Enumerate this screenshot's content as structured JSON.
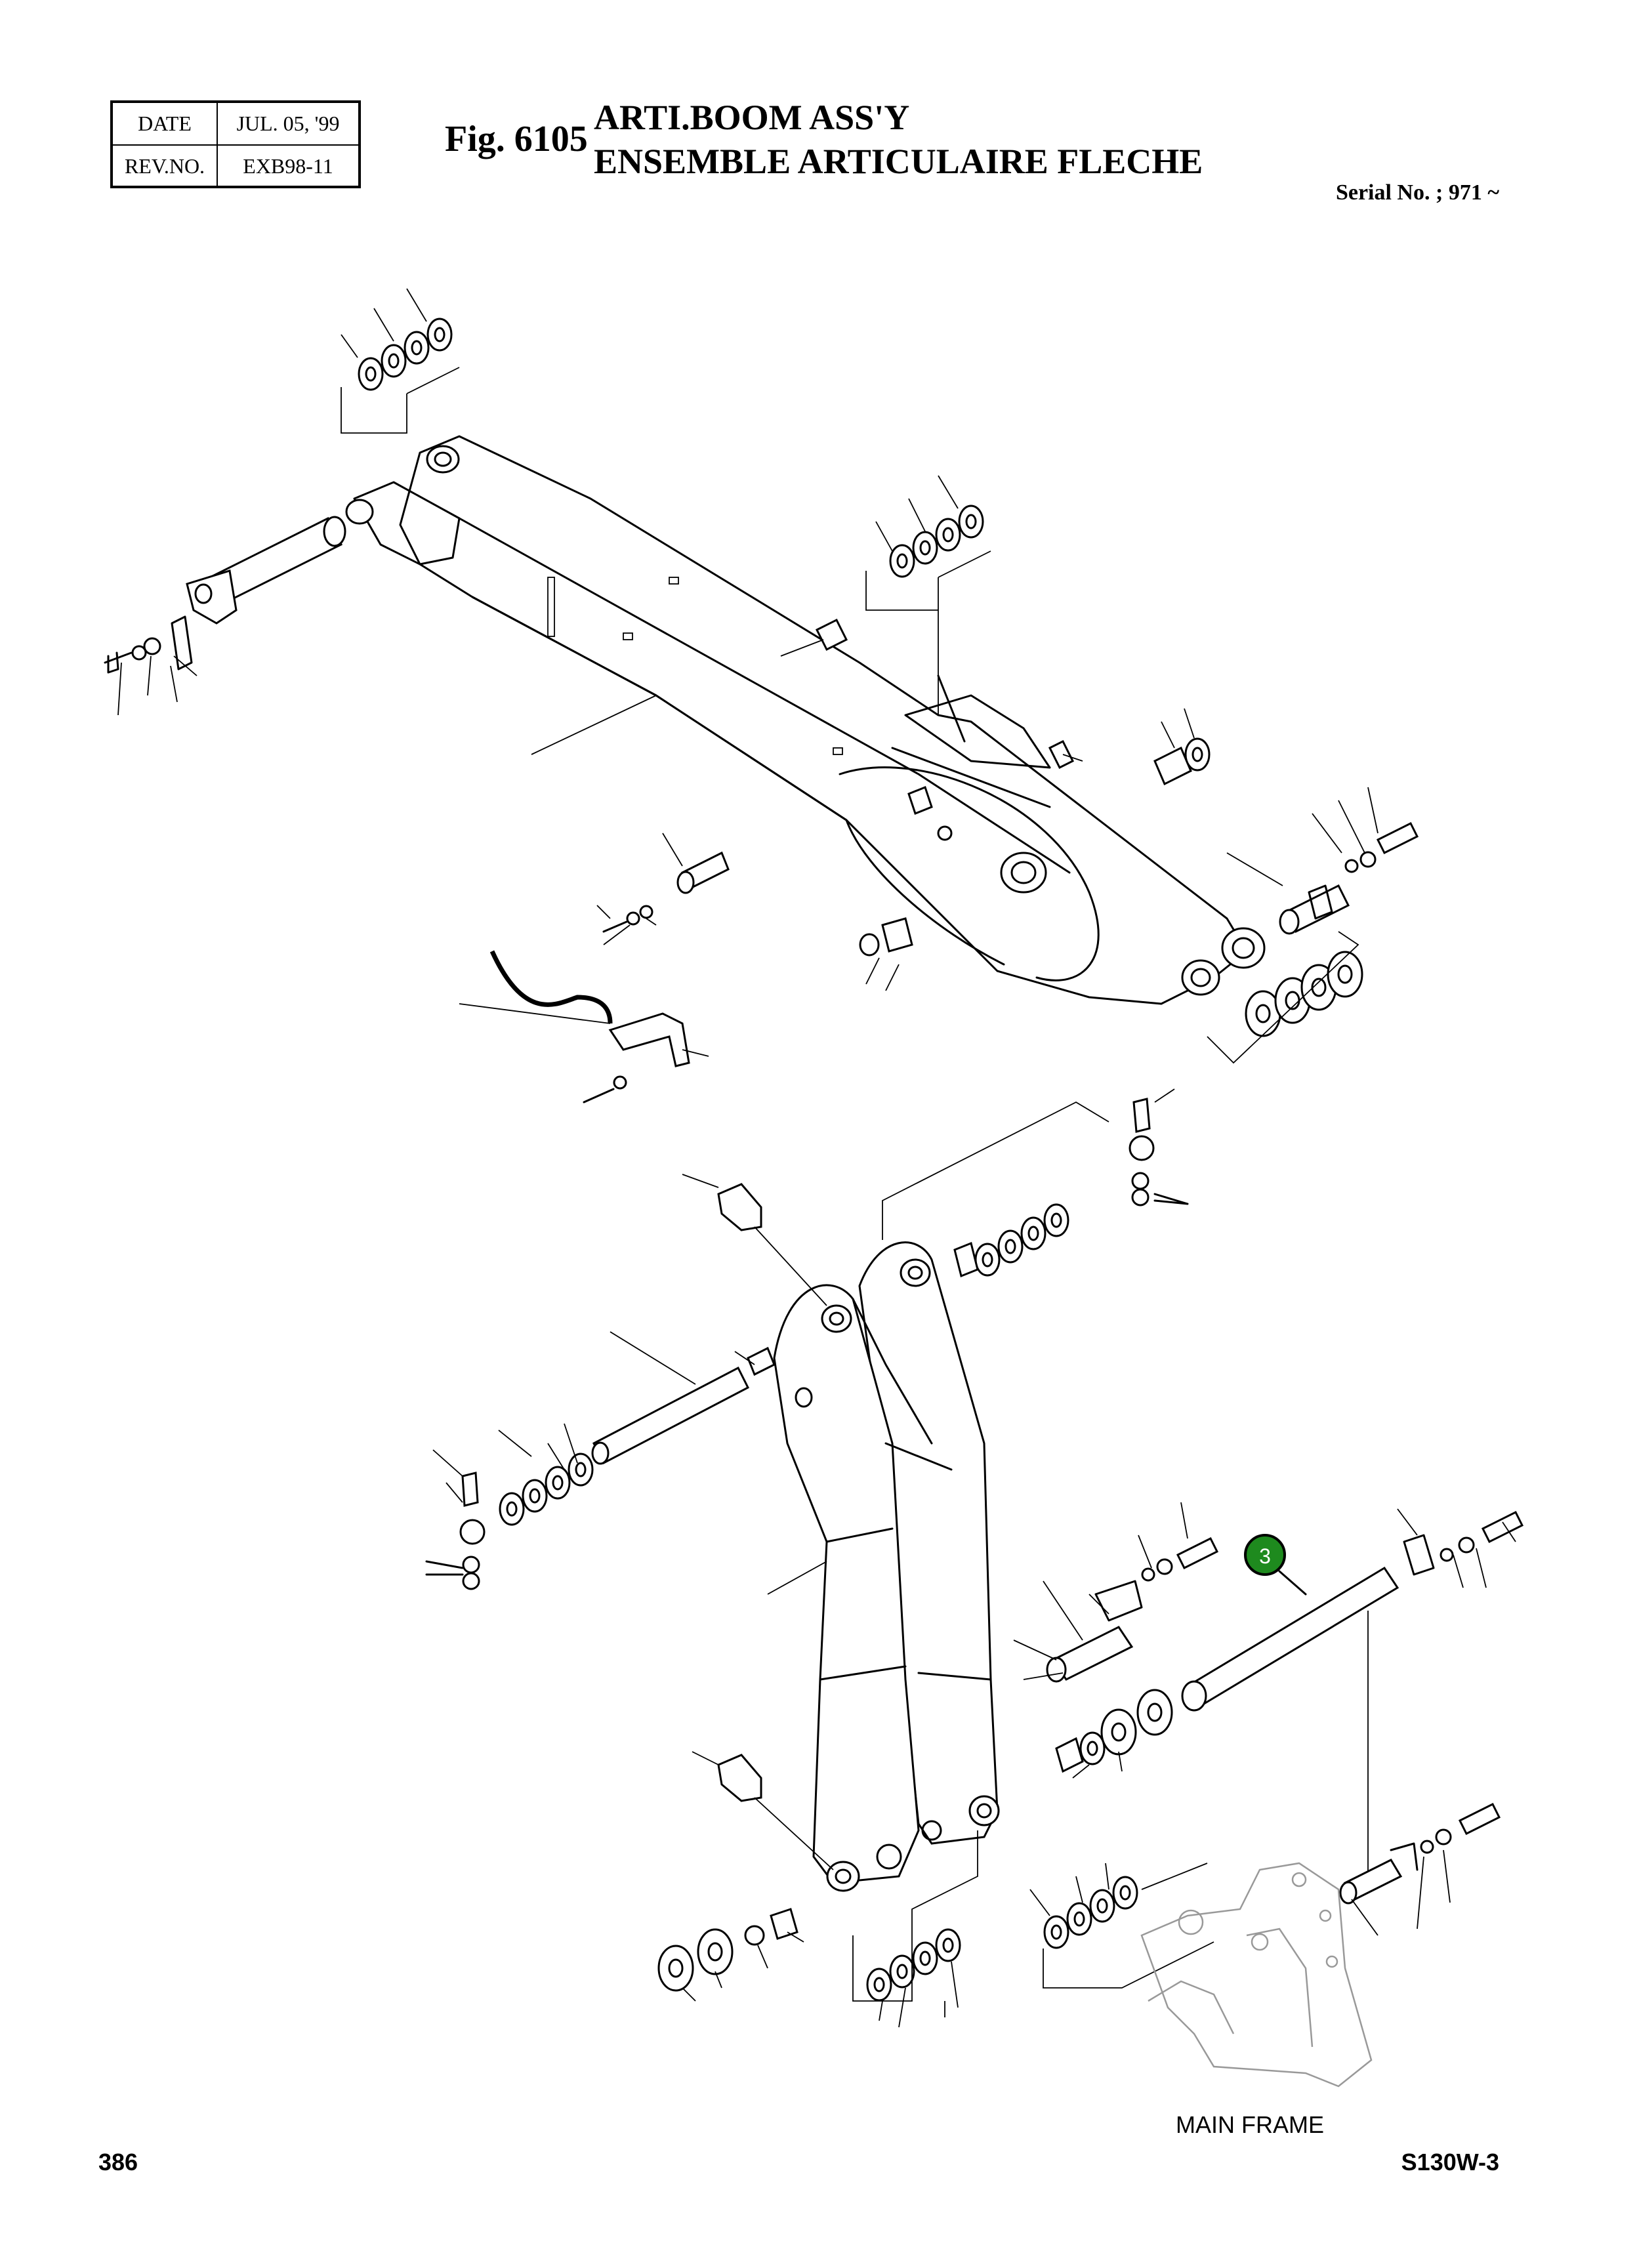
{
  "header": {
    "date_label": "DATE",
    "date_value": "JUL. 05, '99",
    "rev_label": "REV.NO.",
    "rev_value": "EXB98-11"
  },
  "figure": {
    "number": "Fig. 6105",
    "title_en": "ARTI.BOOM ASS'Y",
    "title_fr": "ENSEMBLE ARTICULAIRE FLECHE",
    "serial": "Serial No. ; 971 ~"
  },
  "callout": {
    "label": "3",
    "color": "#1e8a1e"
  },
  "footer": {
    "frame_label": "MAIN FRAME",
    "page_number": "386",
    "model": "S130W-3"
  }
}
